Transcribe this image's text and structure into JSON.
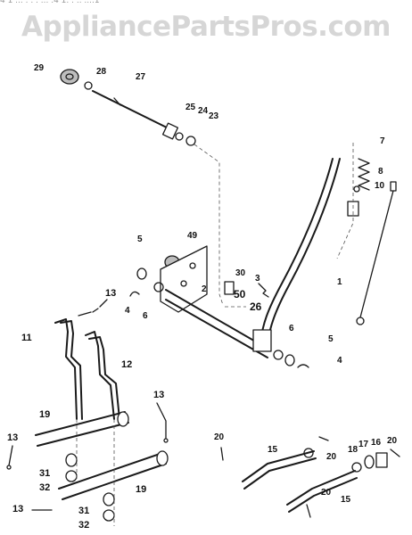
{
  "watermark": "AppliancePartsPros.com",
  "top_clipped_text": "4 1 ... . . . ... .4 1. . .. ....1",
  "labels": {
    "l1": "1",
    "l2": "2",
    "l3": "3",
    "l4a": "4",
    "l4b": "4",
    "l5a": "5",
    "l5b": "5",
    "l6a": "6",
    "l6b": "6",
    "l7": "7",
    "l8": "8",
    "l10": "10",
    "l11": "11",
    "l12": "12",
    "l13a": "13",
    "l13b": "13",
    "l13c": "13",
    "l13d": "13",
    "l15a": "15",
    "l15b": "15",
    "l16": "16",
    "l17": "17",
    "l18": "18",
    "l19a": "19",
    "l19b": "19",
    "l20a": "20",
    "l20b": "20",
    "l20c": "20",
    "l20d": "20",
    "l23": "23",
    "l24": "24",
    "l25": "25",
    "l26": "26",
    "l27": "27",
    "l28": "28",
    "l29": "29",
    "l30": "30",
    "l31a": "31",
    "l31b": "31",
    "l32a": "32",
    "l32b": "32",
    "l49": "49",
    "l50": "50"
  }
}
